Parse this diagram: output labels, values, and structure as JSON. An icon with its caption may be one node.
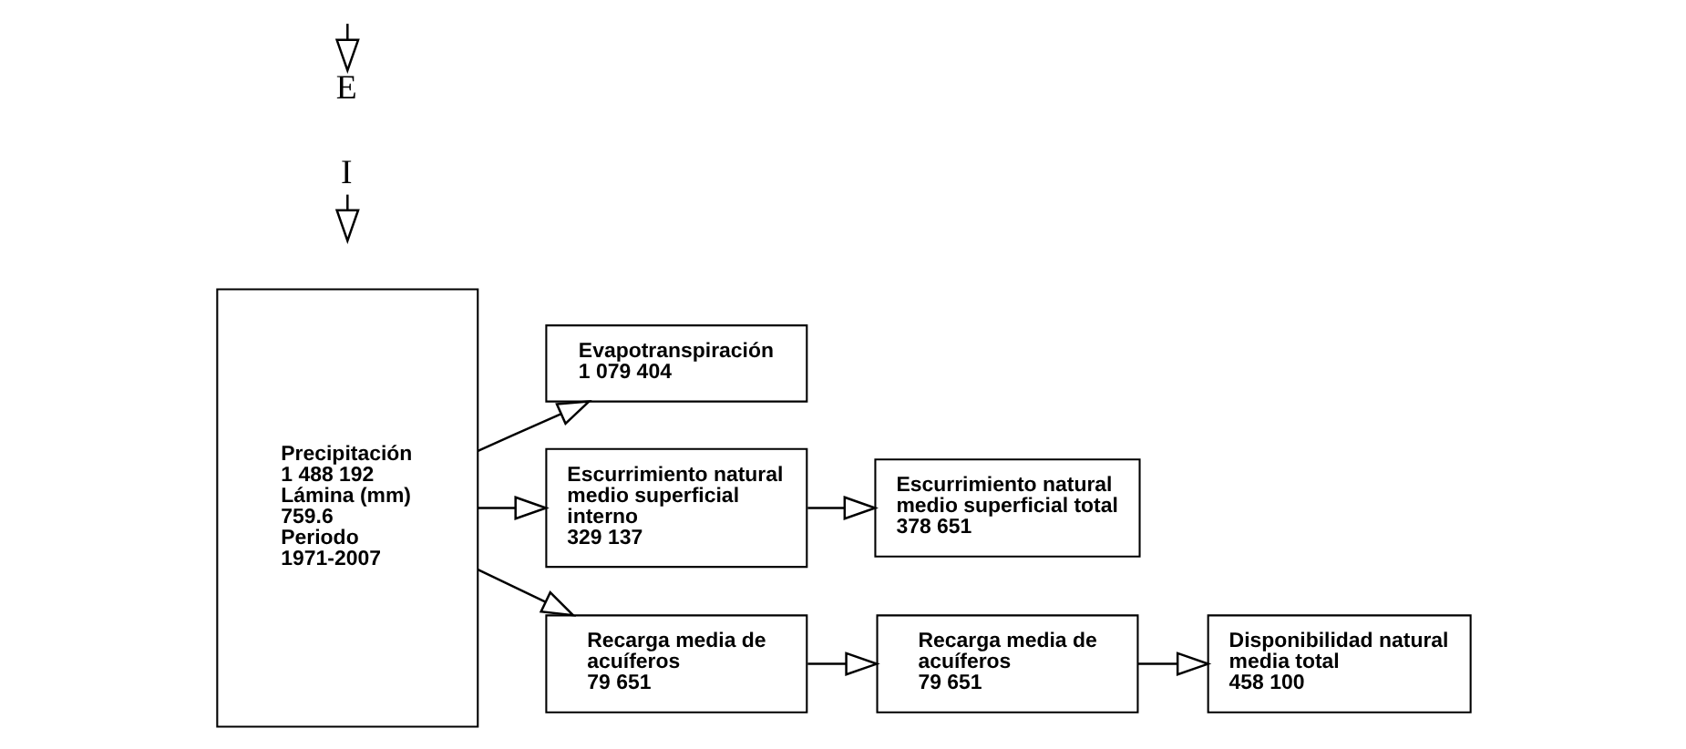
{
  "diagram": {
    "nodes": [
      {
        "text": [
          "Precipitación",
          "1 488 192",
          "Lámina (mm)",
          "759.6",
          "Periodo",
          "1971-2007"
        ]
      },
      {
        "text": [
          "Evapotranspiración",
          "1 079 404"
        ]
      },
      {
        "text": [
          "Escurrimiento natural medio superficial interno",
          "329 137"
        ]
      },
      {
        "text": [
          "I"
        ]
      },
      {
        "text": [
          "Escurrimiento natural medio superficial total",
          "378 651"
        ]
      },
      {
        "text": [
          "E"
        ]
      },
      {
        "text": [
          "Recarga media de acuíferos",
          "79 651"
        ]
      },
      {
        "text": [
          "Recarga media de acuíferos",
          "79 651"
        ]
      },
      {
        "text": [
          "Disponibilidad natural media total",
          "458 100"
        ]
      }
    ],
    "edges": [
      {
        "from": 0,
        "to": 1,
        "arrow": "to"
      },
      {
        "from": 0,
        "to": 2,
        "arrow": "to"
      },
      {
        "from": 0,
        "to": 6,
        "arrow": "to"
      },
      {
        "from": 2,
        "to": 4,
        "arrow": "to"
      },
      {
        "from": 3,
        "to": null,
        "arrow": "to"
      },
      {
        "from": null,
        "to": 5,
        "arrow": "to"
      },
      {
        "from": 6,
        "to": 7,
        "arrow": "to"
      },
      {
        "from": 7,
        "to": 8,
        "arrow": "to"
      }
    ]
  }
}
